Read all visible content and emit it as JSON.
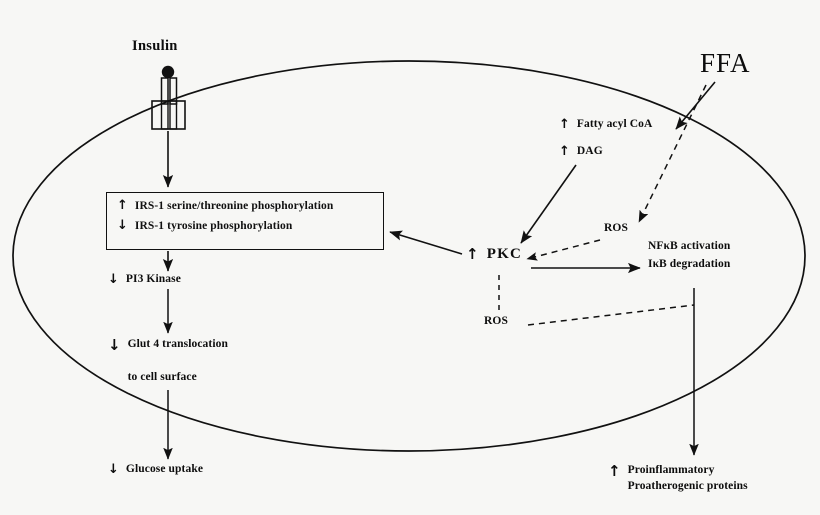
{
  "figure": {
    "title": "FFA-induced insulin resistance and inflammatory signaling pathway",
    "cell_label": "cell-membrane-ellipse"
  },
  "colors": {
    "stroke": "#111111",
    "text": "#0d0d0d",
    "background": "#f7f7f5"
  },
  "nodes": {
    "insulin": {
      "label": "Insulin"
    },
    "ffa": {
      "label": "FFA"
    },
    "irs_box": {
      "lines": [
        {
          "arrow": "↑",
          "label": "IRS-1 serine/threonine phosphorylation"
        },
        {
          "arrow": "↓",
          "label": "IRS-1 tyrosine phosphorylation"
        }
      ]
    },
    "pi3_kinase": {
      "arrow": "↓",
      "label": "PI3 Kinase"
    },
    "glut4": {
      "arrow": "↓",
      "line1": "Glut 4 translocation",
      "line2": "to cell surface"
    },
    "glucose_uptake": {
      "arrow": "↓",
      "label": "Glucose uptake"
    },
    "fatty_acyl_coa": {
      "arrow": "↑",
      "label": "Fatty acyl CoA"
    },
    "dag": {
      "arrow": "↑",
      "label": "DAG"
    },
    "pkc": {
      "arrow": "↑",
      "label": "PKC"
    },
    "ros_upper": {
      "label": "ROS"
    },
    "ros_lower": {
      "label": "ROS"
    },
    "nfkb": {
      "line1": "NFκB activation",
      "line2": "IκB degradation"
    },
    "proteins": {
      "arrow": "↑",
      "line1": "Proinflammatory",
      "line2": "Proatherogenic proteins"
    }
  },
  "edges": [
    {
      "from": "insulin",
      "to": "insulin-receptor",
      "style": "solid"
    },
    {
      "from": "insulin-receptor",
      "to": "irs_box",
      "style": "solid"
    },
    {
      "from": "irs_box",
      "to": "pi3_kinase",
      "style": "solid"
    },
    {
      "from": "pi3_kinase",
      "to": "glut4",
      "style": "solid"
    },
    {
      "from": "glut4",
      "to": "glucose_uptake",
      "style": "solid"
    },
    {
      "from": "ffa",
      "to": "fatty_acyl_coa",
      "style": "solid"
    },
    {
      "from": "ffa",
      "to": "ros_upper",
      "style": "dashed"
    },
    {
      "from": "dag",
      "to": "pkc",
      "style": "solid"
    },
    {
      "from": "ros_upper",
      "to": "pkc",
      "style": "dashed"
    },
    {
      "from": "pkc",
      "to": "irs_box",
      "style": "solid"
    },
    {
      "from": "pkc",
      "to": "nfkb",
      "style": "solid"
    },
    {
      "from": "pkc",
      "to": "ros_lower",
      "style": "dashed"
    },
    {
      "from": "ros_lower",
      "to": "nfkb-downstream",
      "style": "dashed"
    },
    {
      "from": "nfkb",
      "to": "proteins",
      "style": "solid"
    }
  ]
}
